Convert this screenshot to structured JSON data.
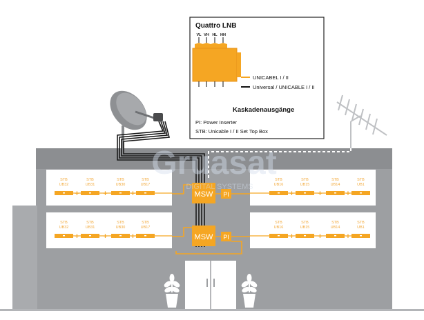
{
  "legend_box": {
    "title": "Quattro LNB",
    "lnb_inputs": [
      "VL",
      "VH",
      "HL",
      "HH"
    ],
    "unicable_label": "UNICABEL I / II",
    "universal_label": "Universal / UNICABLE I / II",
    "cascade_label": "Kaskadenausgänge",
    "pi_definition": "PI: Power Inserter",
    "stb_definition": "STB: Unicable I / II Set Top Box"
  },
  "watermark": {
    "brand": "Gruasat",
    "tagline": "DIGITAL  SYSTEMS"
  },
  "multiswitch_label": "MSW",
  "power_inserter_label": "PI",
  "floors": [
    {
      "left_stbs": [
        {
          "top": "STB",
          "bottom": "UB32"
        },
        {
          "top": "STB",
          "bottom": "UB31"
        },
        {
          "top": "STB",
          "bottom": "UB30"
        },
        {
          "top": "STB",
          "bottom": "UB17"
        }
      ],
      "right_stbs": [
        {
          "top": "STB",
          "bottom": "UB16"
        },
        {
          "top": "STB",
          "bottom": "UB15"
        },
        {
          "top": "STB",
          "bottom": "UB14"
        },
        {
          "top": "STB",
          "bottom": "UB1"
        }
      ]
    },
    {
      "left_stbs": [
        {
          "top": "STB",
          "bottom": "UB32"
        },
        {
          "top": "STB",
          "bottom": "UB31"
        },
        {
          "top": "STB",
          "bottom": "UB30"
        },
        {
          "top": "STB",
          "bottom": "UB17"
        }
      ],
      "right_stbs": [
        {
          "top": "STB",
          "bottom": "UB16"
        },
        {
          "top": "STB",
          "bottom": "UB15"
        },
        {
          "top": "STB",
          "bottom": "UB14"
        },
        {
          "top": "STB",
          "bottom": "UB1"
        }
      ]
    }
  ],
  "plus_sign": "+",
  "colors": {
    "building": "#9d9fa2",
    "building_roof": "#8c8e91",
    "window": "#ffffff",
    "accent_orange": "#f5a623",
    "cable_dark": "#1a1a1a",
    "label_orange": "#f2a93b"
  }
}
